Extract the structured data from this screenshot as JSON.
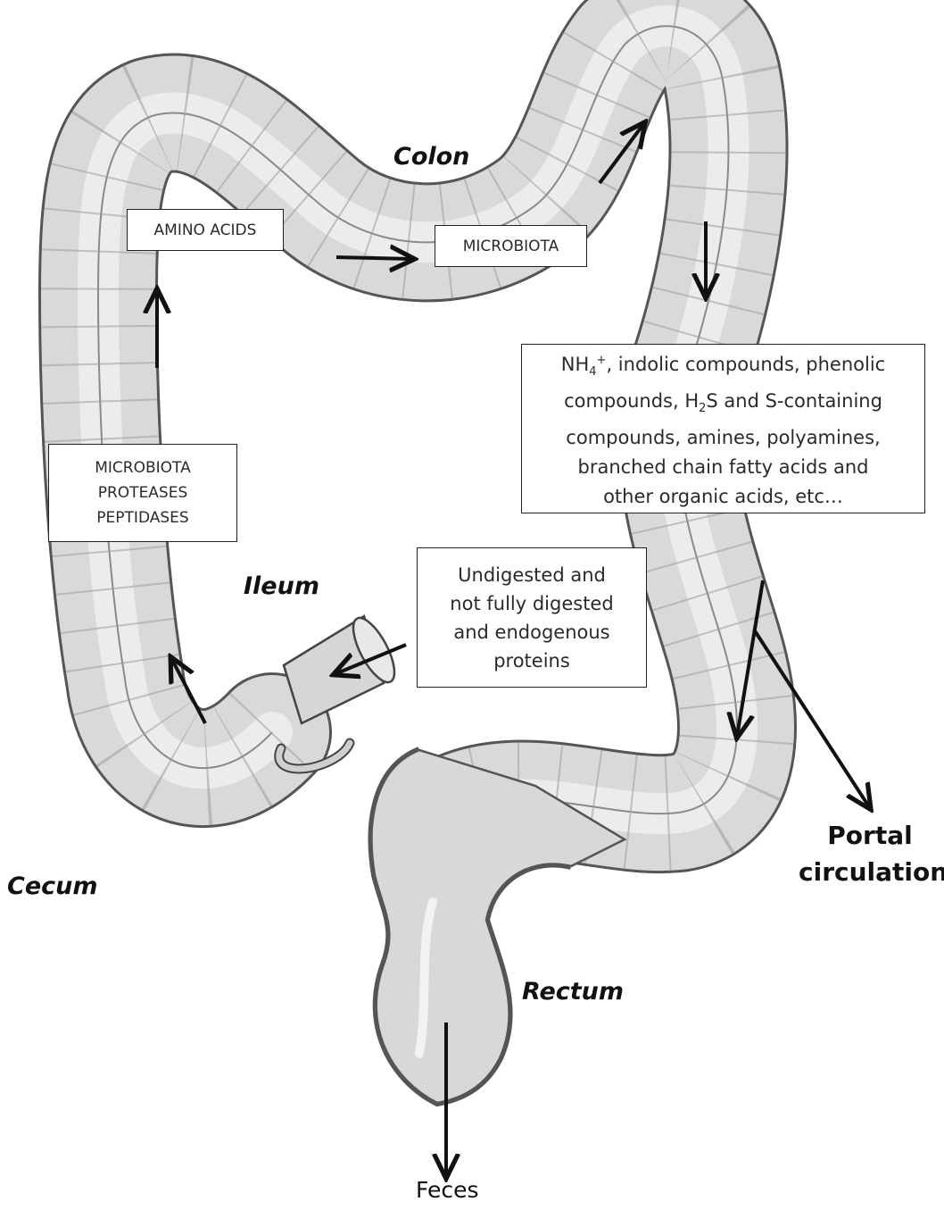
{
  "regions": {
    "colon": "Colon",
    "ileum": "Ileum",
    "cecum": "Cecum",
    "rectum": "Rectum"
  },
  "boxes": {
    "amino_acids": "AMINO ACIDS",
    "microbiota": "MICROBIOTA",
    "microbiota_enzymes": [
      "MICROBIOTA",
      "PROTEASES",
      "PEPTIDASES"
    ],
    "undigested": [
      "Undigested and",
      "not fully digested",
      "and endogenous",
      "proteins"
    ],
    "metabolites": {
      "line1_prefix": "NH",
      "line1_sub": "4",
      "line1_sup": "+",
      "line1_rest": ", indolic compounds, phenolic",
      "line2_prefix": "compounds, H",
      "line2_sub": "2",
      "line2_rest": "S and S-containing",
      "line3": "compounds, amines, polyamines,",
      "line4": "branched chain fatty acids and",
      "line5": "other organic acids, etc…"
    }
  },
  "outputs": {
    "portal": [
      "Portal",
      "circulation"
    ],
    "feces": "Feces"
  },
  "colors": {
    "organ_fill": "#dcdcdc",
    "organ_stroke": "#4a4a4a",
    "arrow": "#111111"
  }
}
